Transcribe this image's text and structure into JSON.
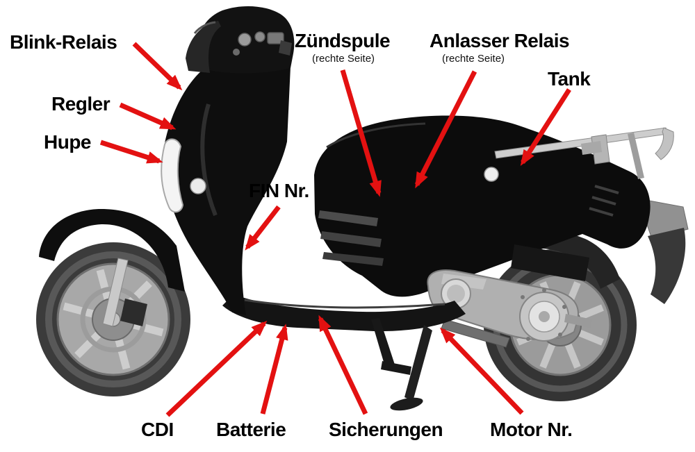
{
  "page": {
    "background": "#ffffff"
  },
  "colors": {
    "arrow": "#e31111",
    "label_text": "#000000"
  },
  "subject": {
    "description": "black scooter side view photo (grayscale)"
  },
  "labels": [
    {
      "id": "blink-relais",
      "text": "Blink-Relais"
    },
    {
      "id": "regler",
      "text": "Regler"
    },
    {
      "id": "hupe",
      "text": "Hupe"
    },
    {
      "id": "zuendspule",
      "text": "Zündspule",
      "note": "(rechte Seite)"
    },
    {
      "id": "anlasser-relais",
      "text": "Anlasser Relais",
      "note": "(rechte Seite)"
    },
    {
      "id": "tank",
      "text": "Tank"
    },
    {
      "id": "fin-nr",
      "text": "FIN Nr."
    },
    {
      "id": "cdi",
      "text": "CDI"
    },
    {
      "id": "batterie",
      "text": "Batterie"
    },
    {
      "id": "sicherungen",
      "text": "Sicherungen"
    },
    {
      "id": "motor-nr",
      "text": "Motor Nr."
    }
  ]
}
